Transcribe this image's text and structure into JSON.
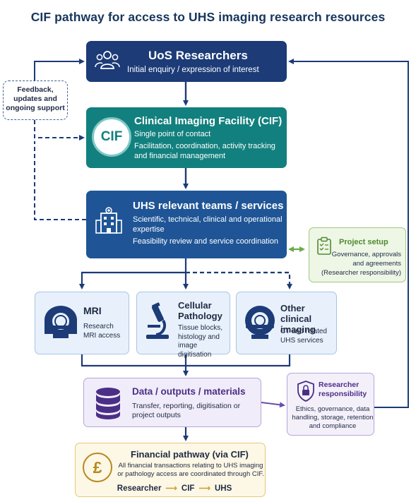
{
  "title": "CIF pathway for access to UHS imaging research resources",
  "colors": {
    "navy": "#1c3b77",
    "teal": "#12807e",
    "blue": "#1f5596",
    "green": "#4f8a2e",
    "purple": "#4b2f86",
    "gold": "#b58a1e"
  },
  "uos": {
    "title": "UoS Researchers",
    "subtitle": "Initial enquiry / expression of interest",
    "icon": "people-icon"
  },
  "cif": {
    "badge": "CIF",
    "title": "Clinical Imaging Facility (CIF)",
    "lines": [
      "Single point of contact",
      "Facilitation, coordination, activity tracking and financial management"
    ]
  },
  "uhs": {
    "title": "UHS relevant teams / services",
    "lines": [
      "Scientific, technical, clinical and operational expertise",
      "Feasibility review and service coordination"
    ],
    "icon": "hospital-icon"
  },
  "feedback": {
    "text": "Feedback, updates and ongoing support"
  },
  "project": {
    "title": "Project setup",
    "lines": "Governance, approvals and agreements (Researcher responsibility)",
    "icon": "clipboard-icon"
  },
  "services": [
    {
      "title": "MRI",
      "subtitle": "Research MRI access",
      "icon": "mri-scanner-icon"
    },
    {
      "title": "Cellular Pathology",
      "subtitle": "Tissue blocks, histology and image digitisation",
      "icon": "microscope-icon"
    },
    {
      "title": "Other clinical imaging",
      "subtitle": "CT and related UHS services",
      "icon": "ct-scanner-icon"
    }
  ],
  "data_box": {
    "title": "Data / outputs / materials",
    "lines": "Transfer, reporting, digitisation or project outputs",
    "icon": "database-icon"
  },
  "responsibility": {
    "title": "Researcher responsibility",
    "lines": "Ethics, governance, data handling, storage, retention and compliance",
    "icon": "padlock-shield-icon"
  },
  "financial": {
    "badge": "£",
    "title": "Financial pathway (via CIF)",
    "lines": "All financial transactions relating to UHS imaging or pathology access are coordinated through CIF.",
    "flow": [
      "Researcher",
      "CIF",
      "UHS"
    ],
    "arrow": "⟶"
  }
}
